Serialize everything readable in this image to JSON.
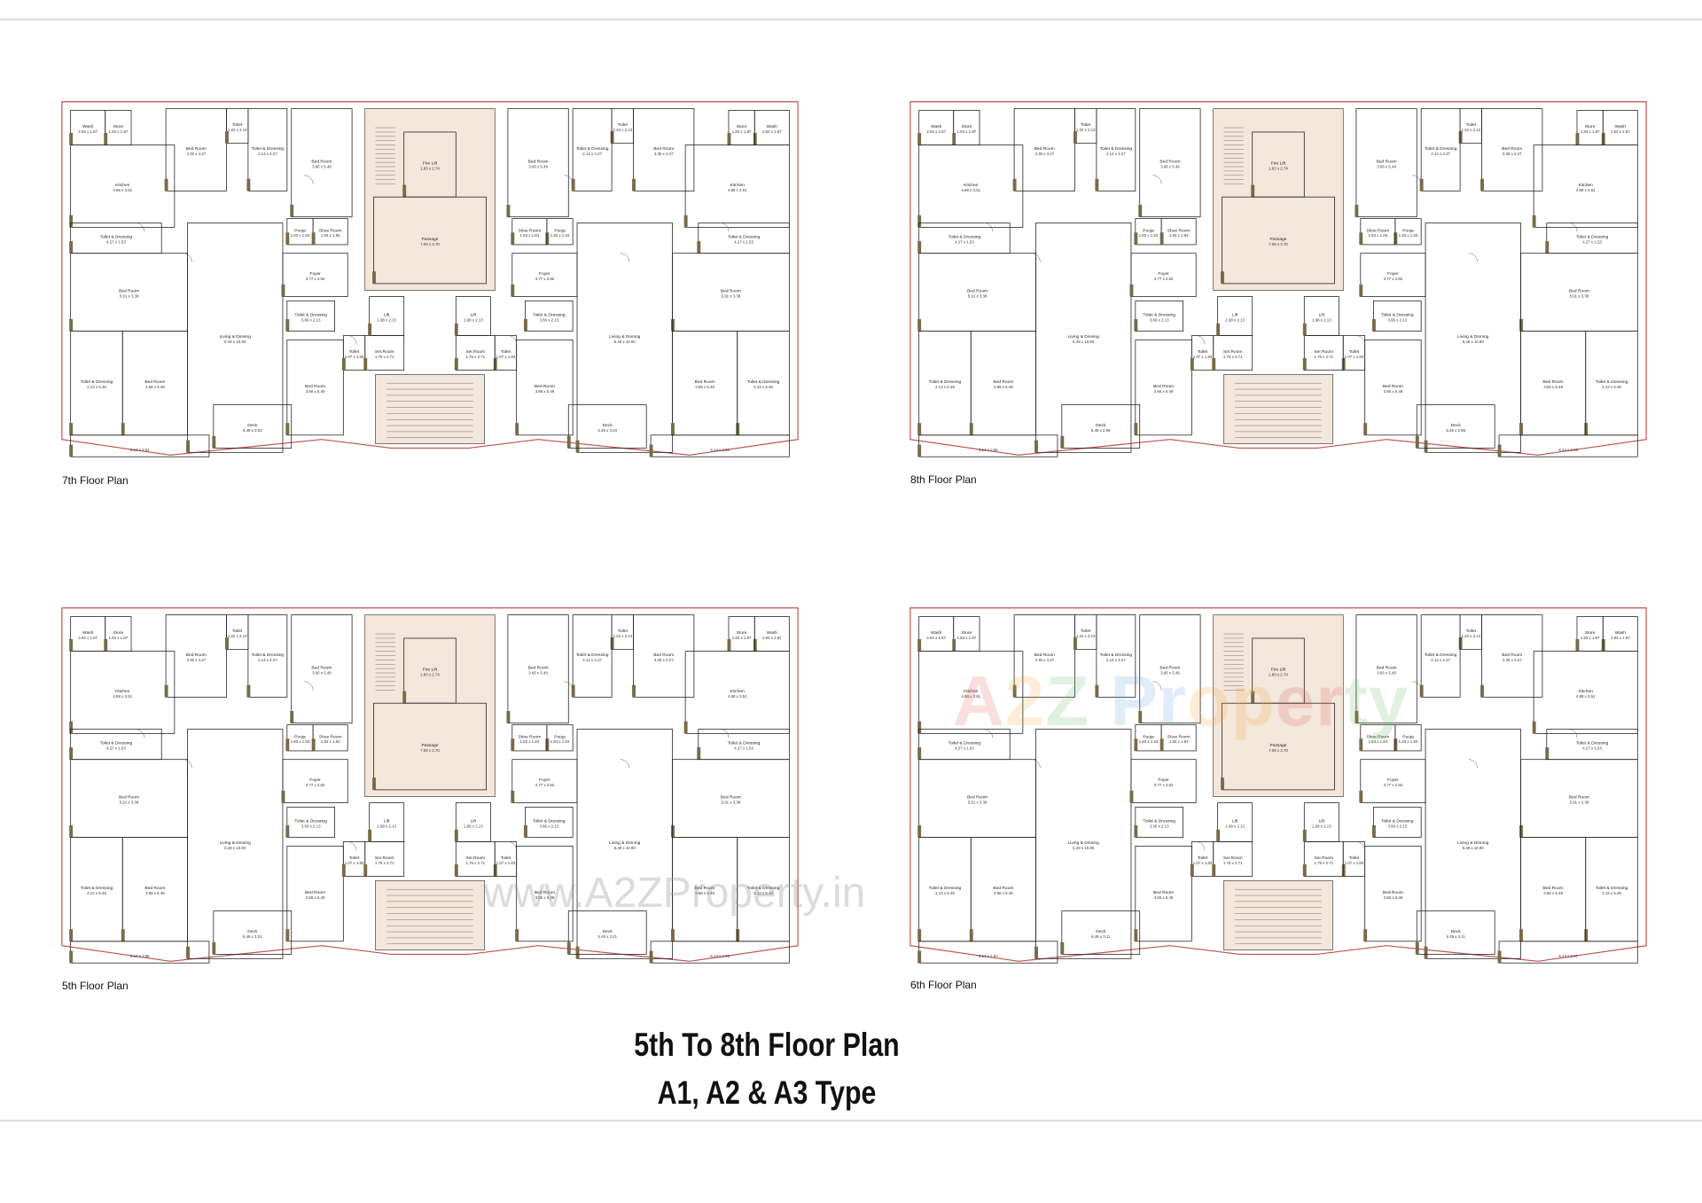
{
  "sheet": {
    "title_line1": "5th To 8th Floor Plan",
    "title_line2": "A1, A2 & A3  Type"
  },
  "watermarks": {
    "logo_text": "A2Z Property",
    "url_text": "www.A2ZProperty.in"
  },
  "colors": {
    "wall": "#7a6a4a",
    "outline": "#c0504d",
    "line": "#222222",
    "passage_fill": "#f3e6da"
  },
  "plans": [
    {
      "caption": "7th Floor Plan",
      "rooms": {
        "wash_l": {
          "label": "Wash",
          "dim": "2.94 x 1.87"
        },
        "store_l": {
          "label": "Store",
          "dim": "1.83 x 1.87"
        },
        "bed1_l": {
          "label": "Bed Room",
          "dim": "3.35 x 4.27"
        },
        "toilet_l": {
          "label": "Toilet",
          "dim": "1.22 x 2.13"
        },
        "td1_l": {
          "label": "Toilet & Dressing",
          "dim": "2.14 x 4.27"
        },
        "bed2_l": {
          "label": "Bed Room",
          "dim": "3.66 x 5.49"
        },
        "kitchen_l": {
          "label": "Kitchen",
          "dim": "4.88 x 3.51"
        },
        "td2_l": {
          "label": "Toilet & Dressing",
          "dim": "4.27 x 1.53"
        },
        "pooja_l": {
          "label": "Pooja",
          "dim": "1.83 x 1.53"
        },
        "shoe_l": {
          "label": "Shoe Room",
          "dim": "1.83 x 1.83"
        },
        "bed3_l": {
          "label": "Bed Room",
          "dim": "5.91 x 3.38"
        },
        "living_l": {
          "label": "Living & Dinning",
          "dim": "5.49 x 10.90"
        },
        "foyer_l": {
          "label": "Foyer",
          "dim": "3.77 x 2.82"
        },
        "td3_l": {
          "label": "Toilet & Dressing",
          "dim": "3.66 x 2.13"
        },
        "td4_l": {
          "label": "Toilet & Dressing",
          "dim": "2.13 x 5.49"
        },
        "bed4_l": {
          "label": "Bed Room",
          "dim": "3.66 x 5.49"
        },
        "bed5_l": {
          "label": "Bed Room",
          "dim": "3.66 x 5.49"
        },
        "toilet2_l": {
          "label": "Toilet",
          "dim": "1.07 x 1.83"
        },
        "ser_l": {
          "label": "Ser.Room",
          "dim": "1.75 x 2.71"
        },
        "lift_l": {
          "label": "Lift",
          "dim": "1.98 x 2.13"
        },
        "fire_lift": {
          "label": "Fire Lift",
          "dim": "1.83 x 2.74"
        },
        "passage": {
          "label": "Passage",
          "dim": "7.09 x 3.70"
        },
        "deck_l": {
          "label": "Deck",
          "dim": "5.49 x 3.03"
        },
        "deck_side_l": {
          "label": "",
          "dim": "6.14 x 2.01"
        },
        "wash_r": {
          "label": "Wash",
          "dim": "2.94 x 1.87"
        },
        "store_r": {
          "label": "Store",
          "dim": "1.83 x 1.87"
        },
        "bed1_r": {
          "label": "Bed Room",
          "dim": "3.35 x 4.27"
        },
        "toilet_r": {
          "label": "Toilet",
          "dim": "1.22 x 2.13"
        },
        "td1_r": {
          "label": "Toilet & Dressing",
          "dim": "2.14 x 4.27"
        },
        "bed2_r": {
          "label": "Bed Room",
          "dim": "3.66 x 5.49"
        },
        "kitchen_r": {
          "label": "Kitchen",
          "dim": "4.88 x 3.51"
        },
        "td2_r": {
          "label": "Toilet & Dressing",
          "dim": "4.27 x 1.53"
        },
        "pooja_r": {
          "label": "Pooja",
          "dim": "1.83 x 1.53"
        },
        "shoe_r": {
          "label": "Shoe Room",
          "dim": "1.83 x 1.83"
        },
        "bed3_r": {
          "label": "Bed Room",
          "dim": "5.91 x 3.38"
        },
        "living_r": {
          "label": "Living & Dinning",
          "dim": "5.49 x 10.90"
        },
        "foyer_r": {
          "label": "Foyer",
          "dim": "3.77 x 2.82"
        },
        "td3_r": {
          "label": "Toilet & Dressing",
          "dim": "3.66 x 2.13"
        },
        "td4_r": {
          "label": "Toilet & Dressing",
          "dim": "2.13 x 5.49"
        },
        "bed4_r": {
          "label": "Bed Room",
          "dim": "3.66 x 5.49"
        },
        "bed5_r": {
          "label": "Bed Room",
          "dim": "3.66 x 5.49"
        },
        "toilet2_r": {
          "label": "Toilet",
          "dim": "1.07 x 1.83"
        },
        "ser_r": {
          "label": "Ser.Room",
          "dim": "1.75 x 2.71"
        },
        "lift_r": {
          "label": "Lift",
          "dim": "1.98 x 2.13"
        },
        "deck_r": {
          "label": "Deck",
          "dim": "5.49 x 3.03"
        },
        "deck_side_r": {
          "label": "",
          "dim": "6.14 x 2.01"
        }
      }
    },
    {
      "caption": "8th Floor Plan",
      "rooms": {
        "wash_l": {
          "label": "Wash",
          "dim": "2.94 x 1.87"
        },
        "store_l": {
          "label": "Store",
          "dim": "1.83 x 1.87"
        },
        "bed1_l": {
          "label": "Bed Room",
          "dim": "3.35 x 4.27"
        },
        "toilet_l": {
          "label": "Toilet",
          "dim": "1.22 x 2.13"
        },
        "td1_l": {
          "label": "Toilet & Dressing",
          "dim": "2.14 x 4.27"
        },
        "bed2_l": {
          "label": "Bed Room",
          "dim": "3.66 x 5.49"
        },
        "kitchen_l": {
          "label": "Kitchen",
          "dim": "4.88 x 3.51"
        },
        "td2_l": {
          "label": "Toilet & Dressing",
          "dim": "4.27 x 1.53"
        },
        "pooja_l": {
          "label": "Pooja",
          "dim": "1.83 x 1.53"
        },
        "shoe_l": {
          "label": "Shoe Room",
          "dim": "1.83 x 1.83"
        },
        "bed3_l": {
          "label": "Bed Room",
          "dim": "5.91 x 3.38"
        },
        "living_l": {
          "label": "Living & Dinning",
          "dim": "5.49 x 10.90"
        },
        "foyer_l": {
          "label": "Foyer",
          "dim": "3.77 x 2.82"
        },
        "td3_l": {
          "label": "Toilet & Dressing",
          "dim": "3.66 x 2.13"
        },
        "td4_l": {
          "label": "Toilet & Dressing",
          "dim": "2.13 x 5.49"
        },
        "bed4_l": {
          "label": "Bed Room",
          "dim": "3.66 x 5.49"
        },
        "bed5_l": {
          "label": "Bed Room",
          "dim": "3.66 x 5.49"
        },
        "toilet2_l": {
          "label": "Toilet",
          "dim": "1.07 x 1.83"
        },
        "ser_l": {
          "label": "Ser.Room",
          "dim": "1.75 x 2.71"
        },
        "lift_l": {
          "label": "Lift",
          "dim": "1.98 x 2.13"
        },
        "fire_lift": {
          "label": "Fire Lift",
          "dim": "1.83 x 2.74"
        },
        "passage": {
          "label": "Passage",
          "dim": "7.09 x 3.70"
        },
        "deck_l": {
          "label": "Deck",
          "dim": "5.49 x 2.96"
        },
        "deck_side_l": {
          "label": "",
          "dim": "6.14 x 2.05"
        },
        "wash_r": {
          "label": "Wash",
          "dim": "2.94 x 1.87"
        },
        "store_r": {
          "label": "Store",
          "dim": "1.83 x 1.87"
        },
        "bed1_r": {
          "label": "Bed Room",
          "dim": "3.35 x 4.27"
        },
        "toilet_r": {
          "label": "Toilet",
          "dim": "1.22 x 2.13"
        },
        "td1_r": {
          "label": "Toilet & Dressing",
          "dim": "2.14 x 4.27"
        },
        "bed2_r": {
          "label": "Bed Room",
          "dim": "3.66 x 5.49"
        },
        "kitchen_r": {
          "label": "Kitchen",
          "dim": "4.88 x 3.51"
        },
        "td2_r": {
          "label": "Toilet & Dressing",
          "dim": "4.27 x 1.53"
        },
        "pooja_r": {
          "label": "Pooja",
          "dim": "1.83 x 1.53"
        },
        "shoe_r": {
          "label": "Shoe Room",
          "dim": "1.83 x 1.83"
        },
        "bed3_r": {
          "label": "Bed Room",
          "dim": "5.91 x 3.38"
        },
        "living_r": {
          "label": "Living & Dinning",
          "dim": "5.49 x 10.90"
        },
        "foyer_r": {
          "label": "Foyer",
          "dim": "3.77 x 2.82"
        },
        "td3_r": {
          "label": "Toilet & Dressing",
          "dim": "3.66 x 2.13"
        },
        "td4_r": {
          "label": "Toilet & Dressing",
          "dim": "2.13 x 5.49"
        },
        "bed4_r": {
          "label": "Bed Room",
          "dim": "3.66 x 5.49"
        },
        "bed5_r": {
          "label": "Bed Room",
          "dim": "3.66 x 5.49"
        },
        "toilet2_r": {
          "label": "Toilet",
          "dim": "1.07 x 1.83"
        },
        "ser_r": {
          "label": "Ser.Room",
          "dim": "1.75 x 2.71"
        },
        "lift_r": {
          "label": "Lift",
          "dim": "1.98 x 2.13"
        },
        "deck_r": {
          "label": "Deck",
          "dim": "5.49 x 2.96"
        },
        "deck_side_r": {
          "label": "",
          "dim": "6.14 x 2.05"
        }
      }
    },
    {
      "caption": "5th Floor Plan",
      "rooms": {
        "wash_l": {
          "label": "Wash",
          "dim": "2.94 x 1.87"
        },
        "store_l": {
          "label": "Store",
          "dim": "1.83 x 1.87"
        },
        "bed1_l": {
          "label": "Bed Room",
          "dim": "3.35 x 4.27"
        },
        "toilet_l": {
          "label": "Toilet",
          "dim": "1.22 x 2.13"
        },
        "td1_l": {
          "label": "Toilet & Dressing",
          "dim": "2.14 x 4.27"
        },
        "bed2_l": {
          "label": "Bed Room",
          "dim": "3.66 x 5.49"
        },
        "kitchen_l": {
          "label": "Kitchen",
          "dim": "4.88 x 3.51"
        },
        "td2_l": {
          "label": "Toilet & Dressing",
          "dim": "4.27 x 1.53"
        },
        "pooja_l": {
          "label": "Pooja",
          "dim": "1.83 x 1.53"
        },
        "shoe_l": {
          "label": "Shoe Room",
          "dim": "1.83 x 1.83"
        },
        "bed3_l": {
          "label": "Bed Room",
          "dim": "5.91 x 3.38"
        },
        "living_l": {
          "label": "Living & Dinning",
          "dim": "5.49 x 10.90"
        },
        "foyer_l": {
          "label": "Foyer",
          "dim": "3.77 x 2.82"
        },
        "td3_l": {
          "label": "Toilet & Dressing",
          "dim": "3.66 x 2.13"
        },
        "td4_l": {
          "label": "Toilet & Dressing",
          "dim": "2.13 x 5.49"
        },
        "bed4_l": {
          "label": "Bed Room",
          "dim": "3.66 x 5.49"
        },
        "bed5_l": {
          "label": "Bed Room",
          "dim": "3.66 x 5.49"
        },
        "toilet2_l": {
          "label": "Toilet",
          "dim": "1.07 x 1.83"
        },
        "ser_l": {
          "label": "Ser.Room",
          "dim": "1.75 x 2.71"
        },
        "lift_l": {
          "label": "Lift",
          "dim": "1.98 x 2.13"
        },
        "fire_lift": {
          "label": "Fire Lift",
          "dim": "1.83 x 2.74"
        },
        "passage": {
          "label": "Passage",
          "dim": "7.09 x 3.70"
        },
        "deck_l": {
          "label": "Deck",
          "dim": "5.49 x 3.21"
        },
        "deck_side_l": {
          "label": "",
          "dim": "6.14 x 1.96"
        },
        "wash_r": {
          "label": "Wash",
          "dim": "2.94 x 1.87"
        },
        "store_r": {
          "label": "Store",
          "dim": "1.83 x 1.87"
        },
        "bed1_r": {
          "label": "Bed Room",
          "dim": "3.35 x 4.27"
        },
        "toilet_r": {
          "label": "Toilet",
          "dim": "1.22 x 2.13"
        },
        "td1_r": {
          "label": "Toilet & Dressing",
          "dim": "2.14 x 4.27"
        },
        "bed2_r": {
          "label": "Bed Room",
          "dim": "3.66 x 5.49"
        },
        "kitchen_r": {
          "label": "Kitchen",
          "dim": "4.88 x 3.51"
        },
        "td2_r": {
          "label": "Toilet & Dressing",
          "dim": "4.27 x 1.53"
        },
        "pooja_r": {
          "label": "Pooja",
          "dim": "1.83 x 1.53"
        },
        "shoe_r": {
          "label": "Shoe Room",
          "dim": "1.83 x 1.83"
        },
        "bed3_r": {
          "label": "Bed Room",
          "dim": "5.91 x 3.38"
        },
        "living_r": {
          "label": "Living & Dinning",
          "dim": "5.49 x 10.90"
        },
        "foyer_r": {
          "label": "Foyer",
          "dim": "3.77 x 2.82"
        },
        "td3_r": {
          "label": "Toilet & Dressing",
          "dim": "3.66 x 2.13"
        },
        "td4_r": {
          "label": "Toilet & Dressing",
          "dim": "2.13 x 5.49"
        },
        "bed4_r": {
          "label": "Bed Room",
          "dim": "3.66 x 5.49"
        },
        "bed5_r": {
          "label": "Bed Room",
          "dim": "3.66 x 5.49"
        },
        "toilet2_r": {
          "label": "Toilet",
          "dim": "1.07 x 1.83"
        },
        "ser_r": {
          "label": "Ser.Room",
          "dim": "1.75 x 2.71"
        },
        "lift_r": {
          "label": "Lift",
          "dim": "1.98 x 2.13"
        },
        "deck_r": {
          "label": "Deck",
          "dim": "5.49 x 3.21"
        },
        "deck_side_r": {
          "label": "",
          "dim": "6.14 x 1.96"
        }
      }
    },
    {
      "caption": "6th Floor Plan",
      "rooms": {
        "wash_l": {
          "label": "Wash",
          "dim": "2.94 x 1.87"
        },
        "store_l": {
          "label": "Store",
          "dim": "1.83 x 1.87"
        },
        "bed1_l": {
          "label": "Bed Room",
          "dim": "3.35 x 4.27"
        },
        "toilet_l": {
          "label": "Toilet",
          "dim": "1.22 x 2.13"
        },
        "td1_l": {
          "label": "Toilet & Dressing",
          "dim": "2.14 x 4.27"
        },
        "bed2_l": {
          "label": "Bed Room",
          "dim": "3.66 x 5.49"
        },
        "kitchen_l": {
          "label": "Kitchen",
          "dim": "4.88 x 3.51"
        },
        "td2_l": {
          "label": "Toilet & Dressing",
          "dim": "4.27 x 1.53"
        },
        "pooja_l": {
          "label": "Pooja",
          "dim": "1.83 x 1.53"
        },
        "shoe_l": {
          "label": "Shoe Room",
          "dim": "1.83 x 1.83"
        },
        "bed3_l": {
          "label": "Bed Room",
          "dim": "5.91 x 3.38"
        },
        "living_l": {
          "label": "Living & Dinning",
          "dim": "5.49 x 10.90"
        },
        "foyer_l": {
          "label": "Foyer",
          "dim": "3.77 x 2.82"
        },
        "td3_l": {
          "label": "Toilet & Dressing",
          "dim": "3.66 x 2.13"
        },
        "td4_l": {
          "label": "Toilet & Dressing",
          "dim": "2.13 x 5.49"
        },
        "bed4_l": {
          "label": "Bed Room",
          "dim": "3.66 x 5.49"
        },
        "bed5_l": {
          "label": "Bed Room",
          "dim": "3.66 x 5.49"
        },
        "toilet2_l": {
          "label": "Toilet",
          "dim": "1.07 x 1.83"
        },
        "ser_l": {
          "label": "Ser.Room",
          "dim": "1.75 x 2.71"
        },
        "lift_l": {
          "label": "Lift",
          "dim": "1.98 x 2.13"
        },
        "fire_lift": {
          "label": "Fire Lift",
          "dim": "1.83 x 2.74"
        },
        "passage": {
          "label": "Passage",
          "dim": "7.09 x 3.70"
        },
        "deck_l": {
          "label": "Deck",
          "dim": "5.49 x 3.11"
        },
        "deck_side_l": {
          "label": "",
          "dim": "6.14 x 1.97"
        },
        "wash_r": {
          "label": "Wash",
          "dim": "2.94 x 1.87"
        },
        "store_r": {
          "label": "Store",
          "dim": "1.83 x 1.87"
        },
        "bed1_r": {
          "label": "Bed Room",
          "dim": "3.35 x 4.27"
        },
        "toilet_r": {
          "label": "Toilet",
          "dim": "1.22 x 2.13"
        },
        "td1_r": {
          "label": "Toilet & Dressing",
          "dim": "2.14 x 4.27"
        },
        "bed2_r": {
          "label": "Bed Room",
          "dim": "3.66 x 5.49"
        },
        "kitchen_r": {
          "label": "Kitchen",
          "dim": "4.88 x 3.51"
        },
        "td2_r": {
          "label": "Toilet & Dressing",
          "dim": "4.27 x 1.53"
        },
        "pooja_r": {
          "label": "Pooja",
          "dim": "1.83 x 1.53"
        },
        "shoe_r": {
          "label": "Shoe Room",
          "dim": "1.83 x 1.83"
        },
        "bed3_r": {
          "label": "Bed Room",
          "dim": "5.91 x 3.38"
        },
        "living_r": {
          "label": "Living & Dinning",
          "dim": "5.49 x 10.90"
        },
        "foyer_r": {
          "label": "Foyer",
          "dim": "3.77 x 2.82"
        },
        "td3_r": {
          "label": "Toilet & Dressing",
          "dim": "3.66 x 2.13"
        },
        "td4_r": {
          "label": "Toilet & Dressing",
          "dim": "2.13 x 5.49"
        },
        "bed4_r": {
          "label": "Bed Room",
          "dim": "3.66 x 5.49"
        },
        "bed5_r": {
          "label": "Bed Room",
          "dim": "3.66 x 5.49"
        },
        "toilet2_r": {
          "label": "Toilet",
          "dim": "1.07 x 1.83"
        },
        "ser_r": {
          "label": "Ser.Room",
          "dim": "1.75 x 2.71"
        },
        "lift_r": {
          "label": "Lift",
          "dim": "1.98 x 2.13"
        },
        "deck_r": {
          "label": "Deck",
          "dim": "5.49 x 3.11"
        },
        "deck_side_r": {
          "label": "",
          "dim": "6.14 x 1.97"
        }
      }
    }
  ]
}
